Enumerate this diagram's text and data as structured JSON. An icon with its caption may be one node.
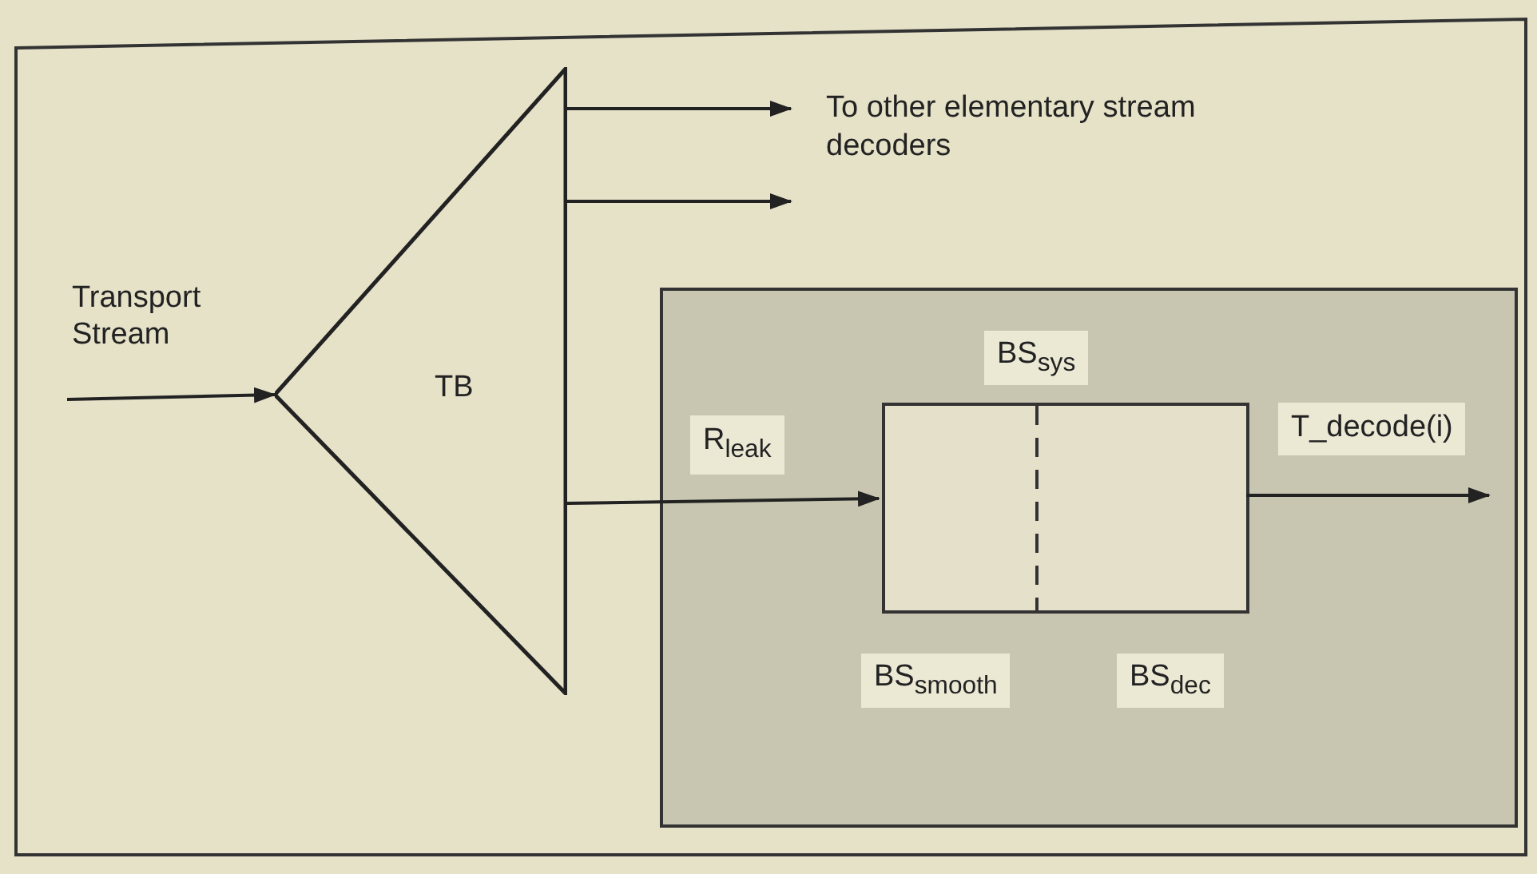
{
  "diagram": {
    "nodes": [
      {
        "text": [
          "TB"
        ]
      },
      {
        "text": [
          "To other elementary stream decoders"
        ]
      },
      {
        "text": [],
        "shape": "box"
      },
      {
        "text": [
          "BS$_{sys}$"
        ],
        "in": 2,
        "beside": [
          "BS$_{smooth}$",
          "BS$_{dec}$"
        ]
      }
    ],
    "edges": [
      {
        "from": null,
        "to": 0,
        "arrow": "to",
        "label": "Transport Stream"
      },
      {
        "from": 0,
        "to": 1,
        "arrow": "to"
      },
      {
        "from": 0,
        "to": 1,
        "arrow": "to"
      },
      {
        "from": 0,
        "to": 3,
        "arrow": "to",
        "label": "R$_{leak}$"
      },
      {
        "from": 3,
        "to": null,
        "arrow": "to",
        "label": "T_decode(i)"
      }
    ]
  }
}
